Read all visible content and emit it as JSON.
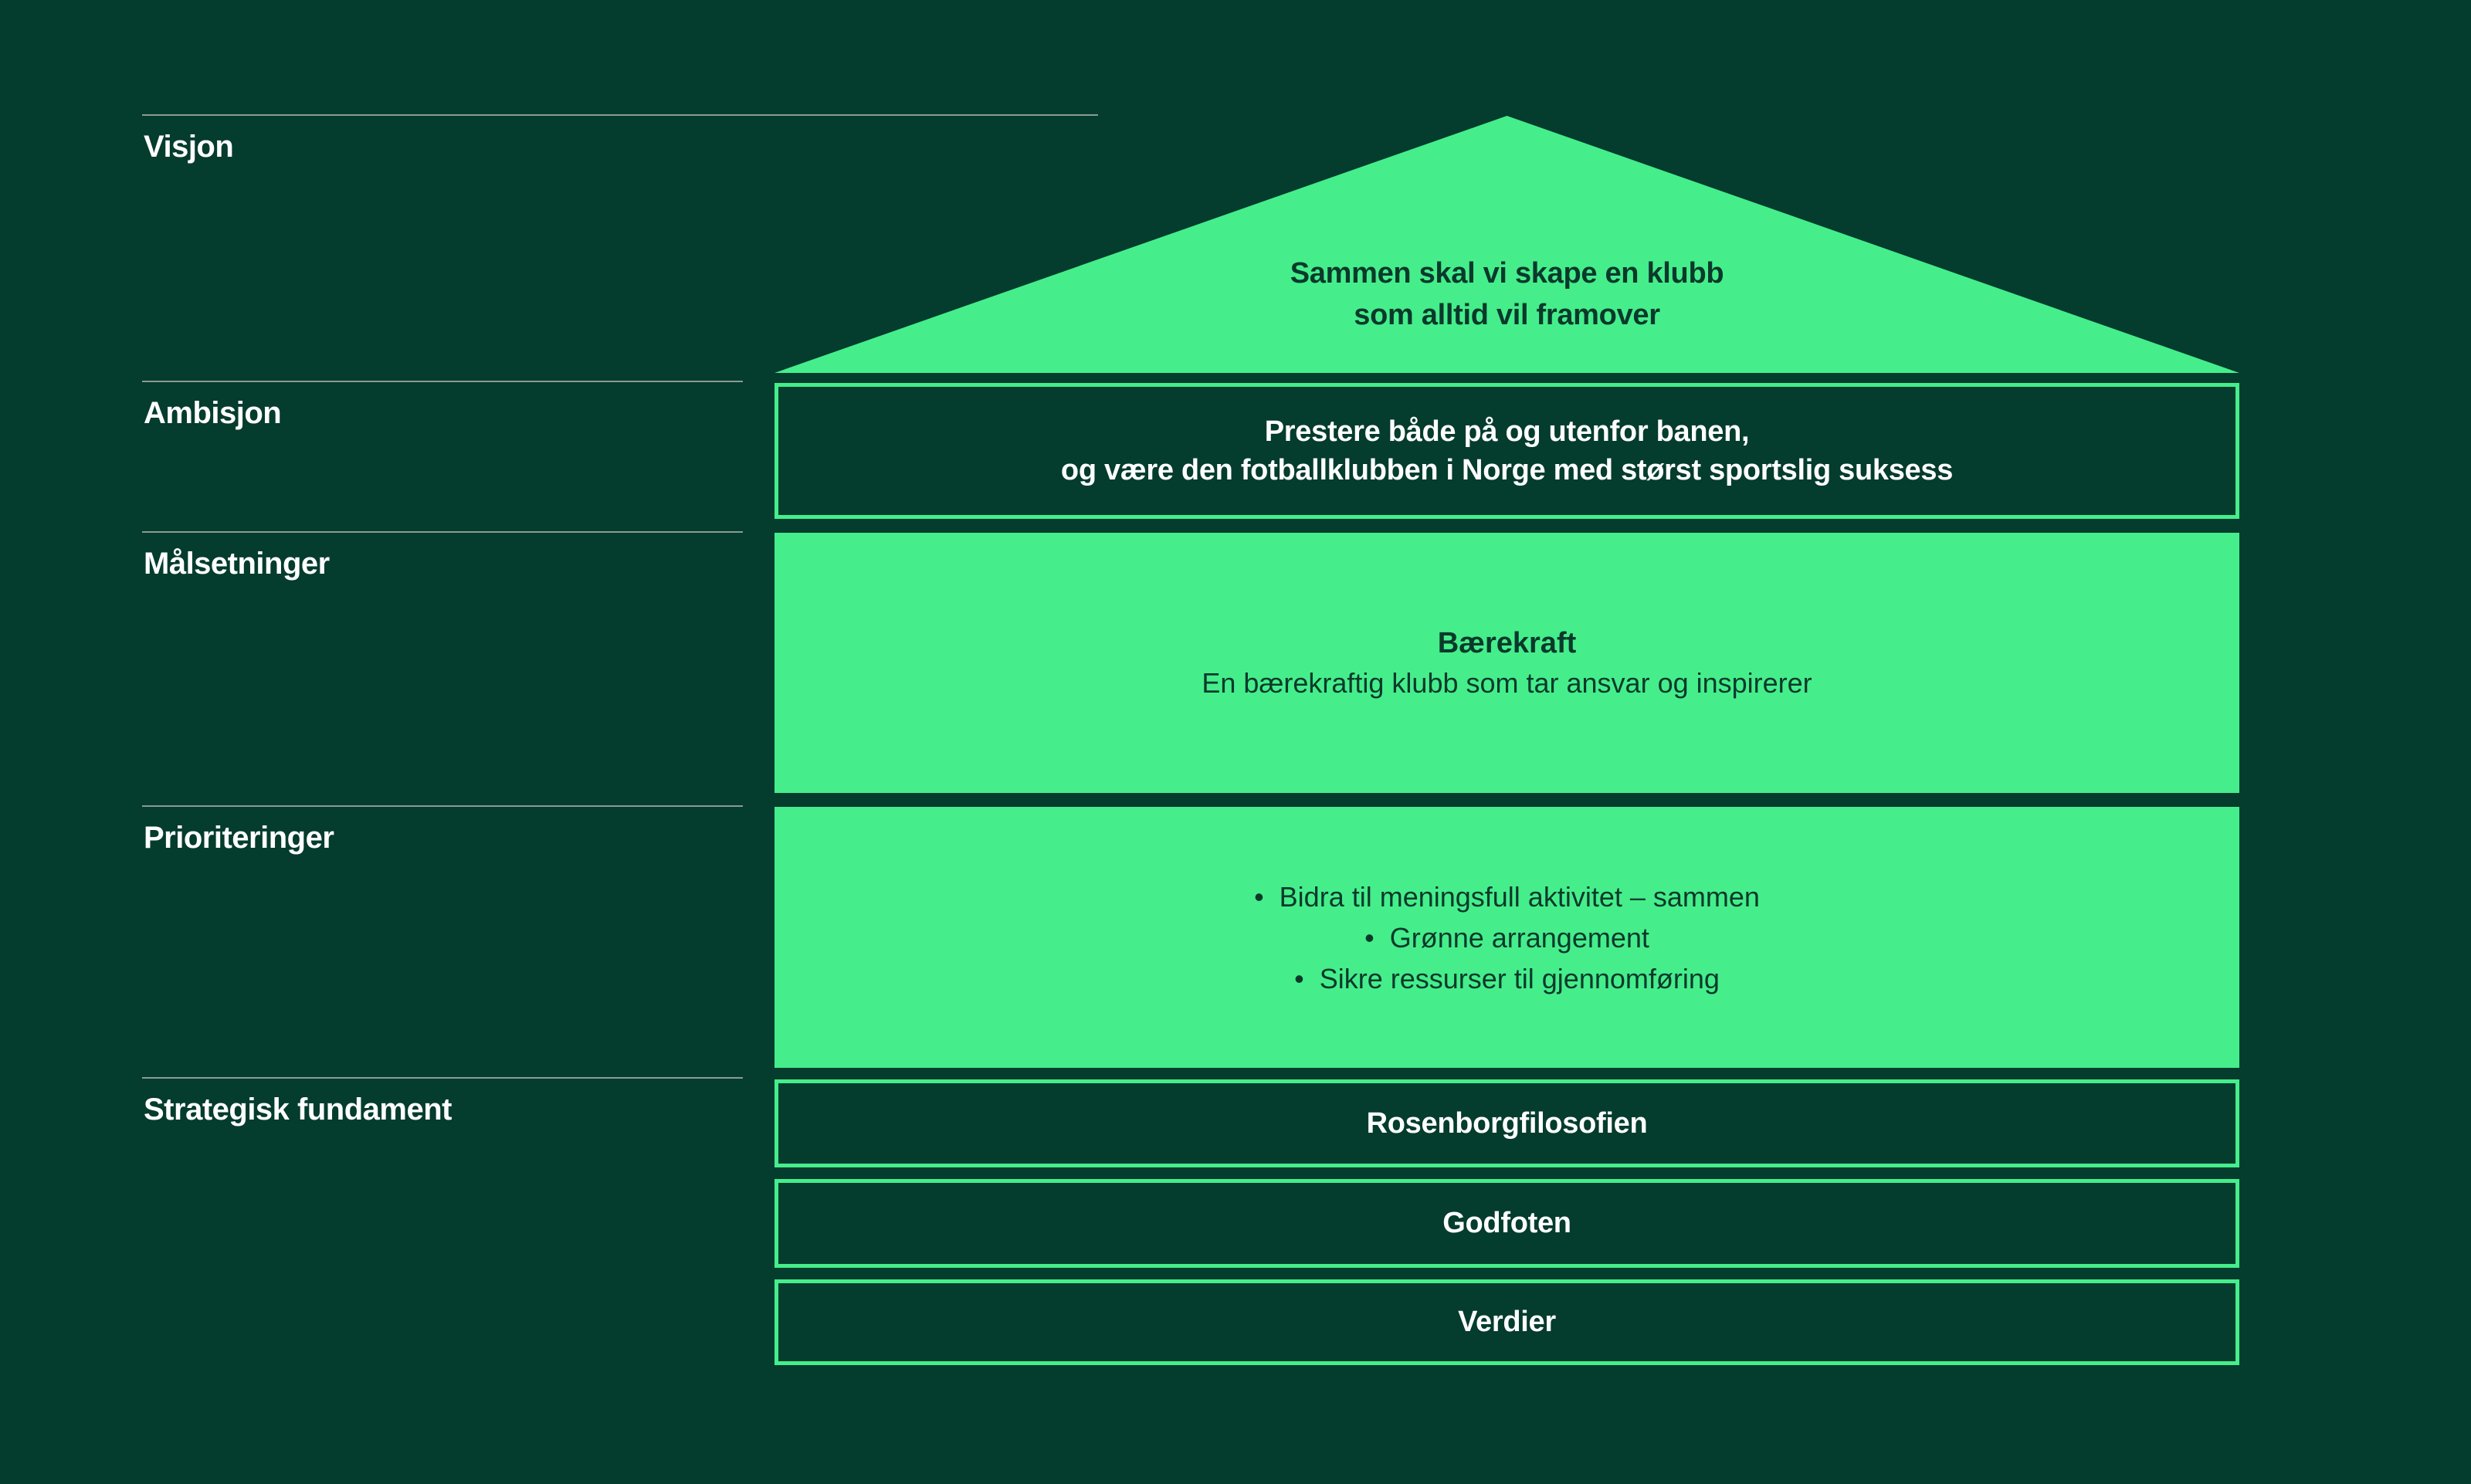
{
  "palette": {
    "background": "#043C2E",
    "accent_green": "#45EE8B",
    "dark_text_on_green": "#0A392B",
    "white_text": "#FFFFFF",
    "divider_line": "#8A9C93"
  },
  "sections": [
    {
      "label": "Visjon"
    },
    {
      "label": "Ambisjon"
    },
    {
      "label": "Målsetninger"
    },
    {
      "label": "Prioriteringer"
    },
    {
      "label": "Strategisk fundament"
    }
  ],
  "house": {
    "visjon": {
      "line1": "Sammen skal vi skape en klubb",
      "line2": "som alltid vil framover"
    },
    "ambisjon": {
      "line1": "Prestere både på og utenfor banen,",
      "line2": "og være den fotballklubben i Norge med størst sportslig suksess"
    },
    "malsetninger": {
      "title": "Bærekraft",
      "subtitle": "En bærekraftig klubb som tar ansvar og inspirerer"
    },
    "prioriteringer": {
      "bullets": [
        "Bidra til meningsfull aktivitet – sammen",
        "Grønne arrangement",
        "Sikre ressurser til gjennomføring"
      ]
    },
    "strategisk_fundament": [
      {
        "label": "Rosenborgfilosofien"
      },
      {
        "label": "Godfoten"
      },
      {
        "label": "Verdier"
      }
    ]
  }
}
